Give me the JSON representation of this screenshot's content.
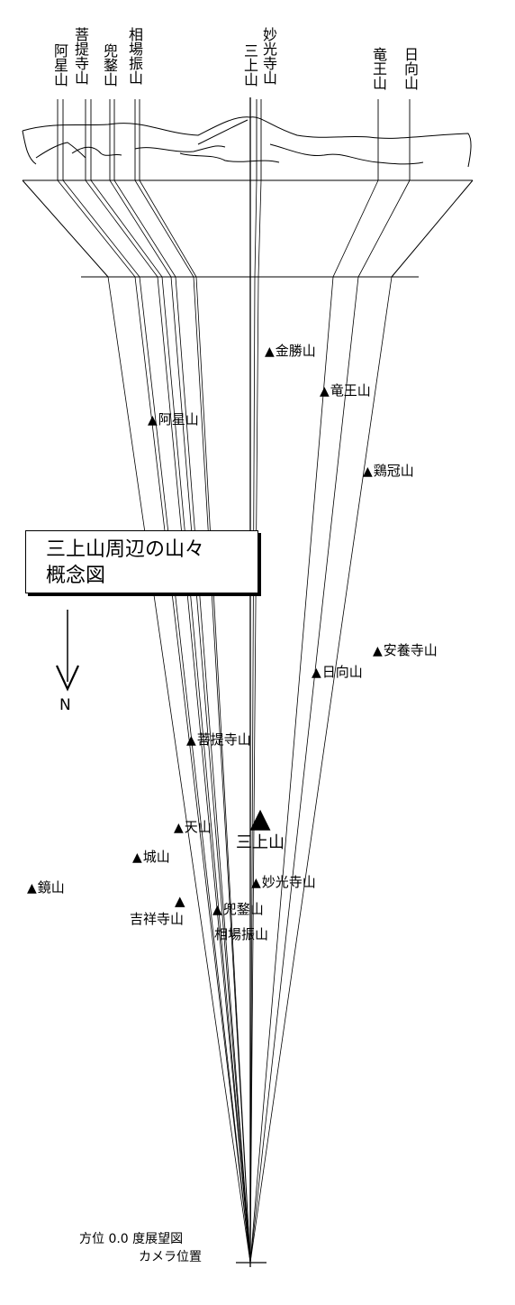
{
  "title_lines": [
    "三上山周辺の山々",
    "概念図"
  ],
  "north_label": "N",
  "panorama_labels": [
    {
      "key": "asei",
      "text": "阿星山"
    },
    {
      "key": "bodaiji",
      "text": "菩提寺山"
    },
    {
      "key": "kabuto",
      "text": "兜鍪山"
    },
    {
      "key": "sobafuri",
      "text": "相場振山"
    },
    {
      "key": "mikami",
      "text": "三上山"
    },
    {
      "key": "myokoji",
      "text": "妙光寺山"
    },
    {
      "key": "ryuo",
      "text": "竜王山"
    },
    {
      "key": "hinata",
      "text": "日向山"
    }
  ],
  "peaks": [
    {
      "key": "kanekatsu",
      "text": "金勝山"
    },
    {
      "key": "ryuo",
      "text": "竜王山"
    },
    {
      "key": "asei",
      "text": "阿星山"
    },
    {
      "key": "keikan",
      "text": "鶏冠山"
    },
    {
      "key": "anyoji",
      "text": "安養寺山"
    },
    {
      "key": "hinata",
      "text": "日向山"
    },
    {
      "key": "bodaiji",
      "text": "菩提寺山"
    },
    {
      "key": "ten",
      "text": "天山"
    },
    {
      "key": "mikami",
      "text": "三上山"
    },
    {
      "key": "jo",
      "text": "城山"
    },
    {
      "key": "kagami",
      "text": "鏡山"
    },
    {
      "key": "myokoji",
      "text": "妙光寺山"
    },
    {
      "key": "kabuto",
      "text": "兜鍪山"
    },
    {
      "key": "kissho",
      "text": "吉祥寺山"
    },
    {
      "key": "sobafuri",
      "text": "相場振山"
    }
  ],
  "camera": {
    "line1": "方位 0.0 度展望図",
    "line2": "カメラ位置"
  }
}
